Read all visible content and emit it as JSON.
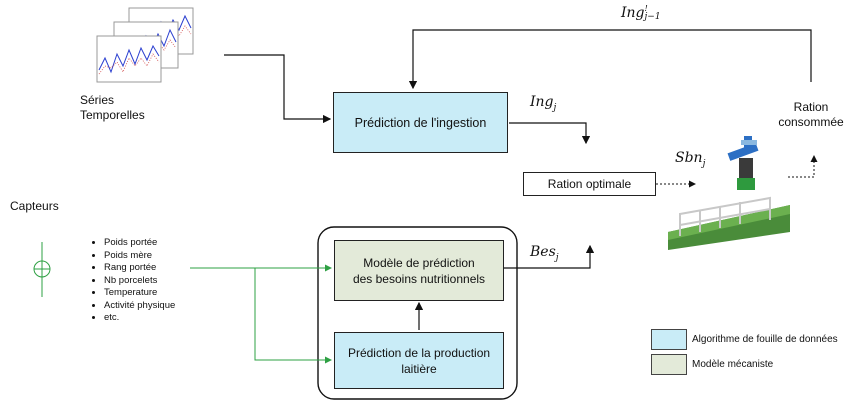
{
  "inputs": {
    "series_label_line1": "Séries",
    "series_label_line2": "Temporelles",
    "sensors_label": "Capteurs",
    "features": [
      "Poids portée",
      "Poids mère",
      "Rang portée",
      "Nb porcelets",
      "Temperature",
      "Activité physique",
      "etc."
    ]
  },
  "boxes": {
    "ingestion_prediction": "Prédiction de l'ingestion",
    "optimal_ration": "Ration optimale",
    "needs_model_line1": "Modèle de prédiction",
    "needs_model_line2": "des besoins nutritionnels",
    "milk_prediction_line1": "Prédiction de la production",
    "milk_prediction_line2": "laitière"
  },
  "math_labels": {
    "ing_prev": {
      "base": "Ing",
      "sup": "!",
      "sub": "j−1"
    },
    "ing": {
      "base": "Ing",
      "sub": "j"
    },
    "sbn": {
      "base": "Sbn",
      "sub": "j"
    },
    "bes": {
      "base": "Bes",
      "sub": "j"
    }
  },
  "output": {
    "consumed_line1": "Ration",
    "consumed_line2": "consommée"
  },
  "legend": [
    {
      "label": "Algorithme de fouille de données",
      "color": "#c9ecf7"
    },
    {
      "label": "Modèle mécaniste",
      "color": "#e3ead9"
    }
  ],
  "colors": {
    "green_connector": "#2ea043",
    "arrow": "#111111"
  }
}
